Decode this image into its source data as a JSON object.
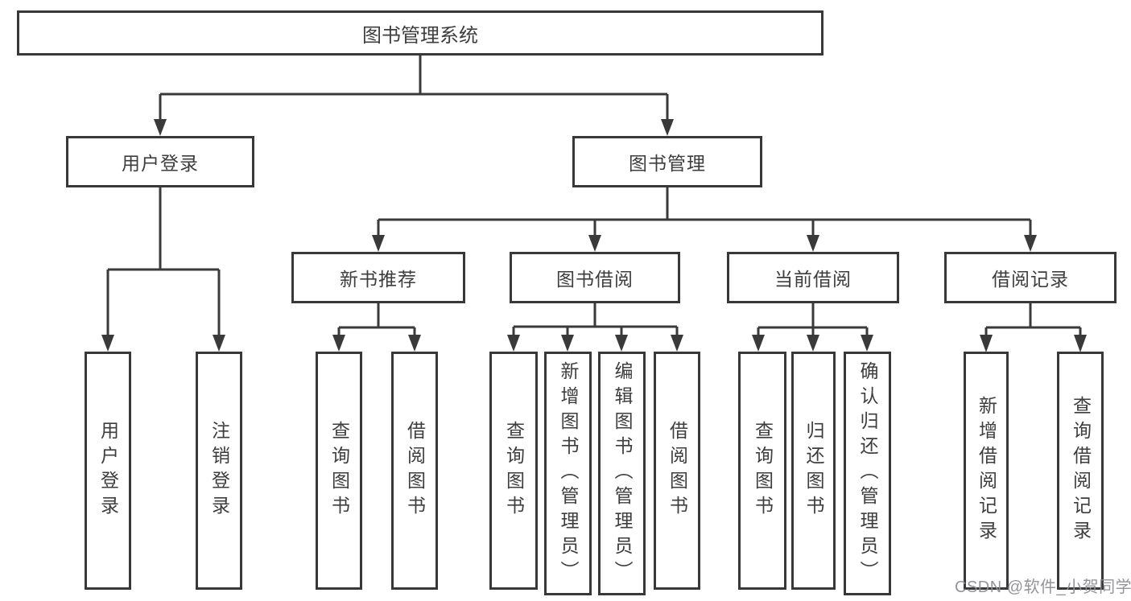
{
  "diagram": {
    "title": "图书管理系统",
    "root": {
      "label": "图书管理系统"
    },
    "level2": [
      {
        "label": "用户登录"
      },
      {
        "label": "图书管理"
      }
    ],
    "level3": [
      {
        "label": "新书推荐",
        "parent": "图书管理"
      },
      {
        "label": "图书借阅",
        "parent": "图书管理"
      },
      {
        "label": "当前借阅",
        "parent": "图书管理"
      },
      {
        "label": "借阅记录",
        "parent": "图书管理"
      }
    ],
    "leaves": [
      {
        "label": "用户登录",
        "parent": "用户登录"
      },
      {
        "label": "注销登录",
        "parent": "用户登录"
      },
      {
        "label": "查询图书",
        "parent": "新书推荐"
      },
      {
        "label": "借阅图书",
        "parent": "新书推荐"
      },
      {
        "label": "查询图书",
        "parent": "图书借阅"
      },
      {
        "label": "新增图书（管理员）",
        "parent": "图书借阅"
      },
      {
        "label": "编辑图书（管理员）",
        "parent": "图书借阅"
      },
      {
        "label": "借阅图书",
        "parent": "图书借阅"
      },
      {
        "label": "查询图书",
        "parent": "当前借阅"
      },
      {
        "label": "归还图书",
        "parent": "当前借阅"
      },
      {
        "label": "确认归还（管理员）",
        "parent": "当前借阅"
      },
      {
        "label": "新增借阅记录",
        "parent": "借阅记录"
      },
      {
        "label": "查询借阅记录",
        "parent": "借阅记录"
      }
    ],
    "watermark": "CSDN @软件_小贺同学",
    "colors": {
      "line": "#3a3a3a",
      "border": "#383838",
      "text": "#3d3d3d",
      "watermark": "#8e8e93",
      "background": "#ffffff"
    }
  }
}
